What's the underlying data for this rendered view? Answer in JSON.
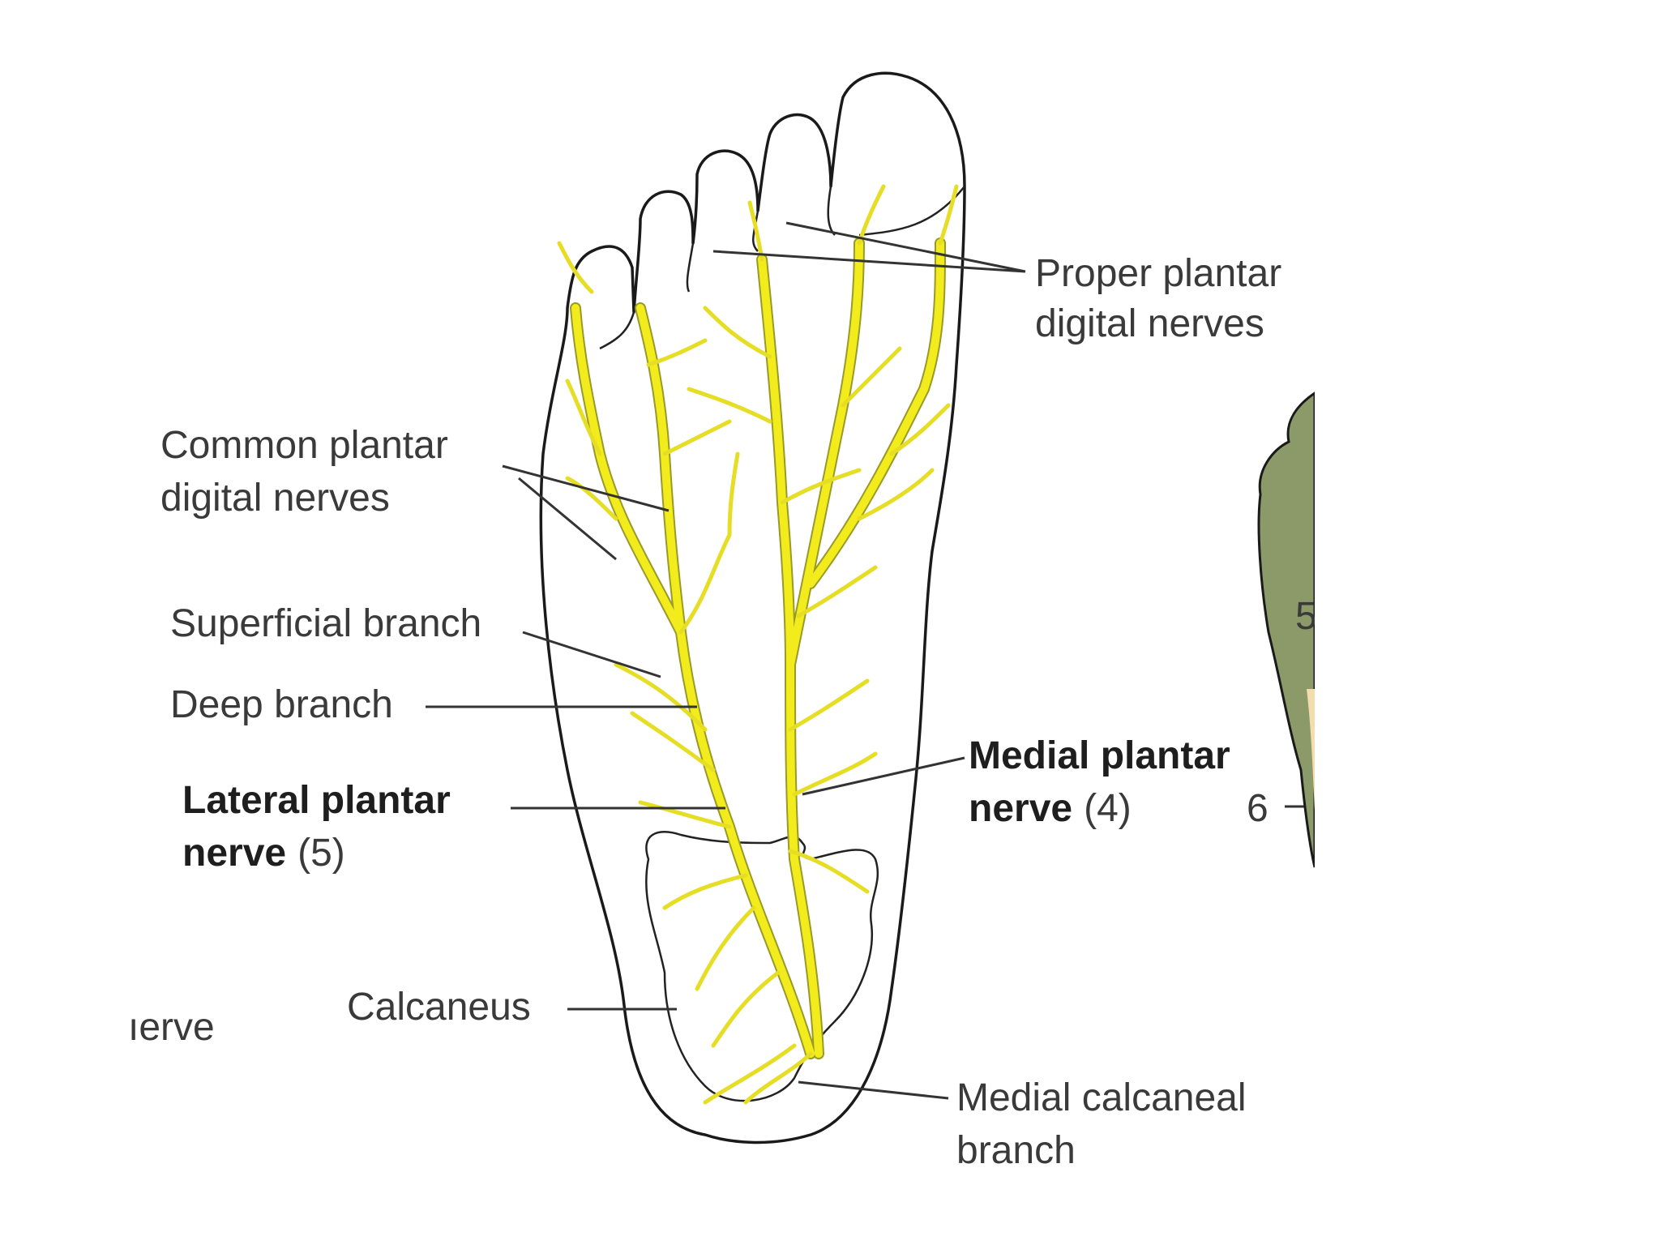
{
  "labels": {
    "proper_line1": "Proper plantar",
    "proper_line2": "digital nerves",
    "common_line1": "Common plantar",
    "common_line2": "digital nerves",
    "superficial": "Superficial branch",
    "deep": "Deep branch",
    "lateral_bold1": "Lateral plantar",
    "lateral_bold2": "nerve",
    "lateral_num": "(5)",
    "medial_bold1": "Medial plantar",
    "medial_bold2": "nerve",
    "medial_num": "(4)",
    "calcaneus": "Calcaneus",
    "medial_calcaneal1": "Medial calcaneal",
    "medial_calcaneal2": "branch",
    "cut_left": "ıerve",
    "side_num_6": "6",
    "side_num_5": "5"
  },
  "colors": {
    "nerve": "#f2ec1c",
    "nerve_edge": "#a8a32e",
    "outline": "#1a1a1a",
    "side_figure": "#8c9a6a",
    "side_figure_skin": "#f3dcae"
  }
}
